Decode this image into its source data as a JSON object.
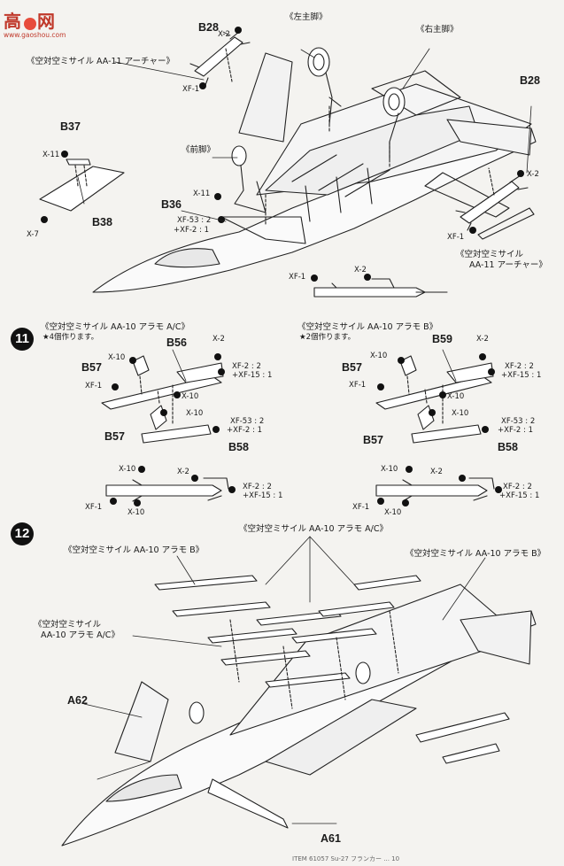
{
  "watermark": {
    "brand": "高",
    "brand2": "网",
    "url": "www.gaoshou.com"
  },
  "top": {
    "b28_left": "B28",
    "x2_left": "X-2",
    "xf1_left": "XF-1",
    "missile_aa11_left": "《空対空ミサイル AA-11 アーチャー》",
    "left_gear": "《左主脚》",
    "right_gear": "《右主脚》",
    "b28_right": "B28",
    "x2_right": "X-2",
    "xf1_right": "XF-1",
    "missile_aa11_right_1": "《空対空ミサイル",
    "missile_aa11_right_2": "AA-11 アーチャー》",
    "nose_gear": "《前脚》",
    "b37": "B37",
    "x11_b37": "X-11",
    "b38": "B38",
    "x7": "X-7",
    "x11_b36": "X-11",
    "b36": "B36",
    "xf53_top": "XF-53 : 2",
    "xf2_top": "+XF-2 : 1",
    "xf1_mid": "XF-1",
    "x2_mid": "X-2"
  },
  "step11": {
    "number": "11",
    "left_title": "《空対空ミサイル AA-10 アラモ A/C》",
    "left_sub": "★4個作ります。",
    "right_title": "《空対空ミサイル AA-10 アラモ B》",
    "right_sub": "★2個作ります。",
    "b56": "B56",
    "b59": "B59",
    "b57_l1": "B57",
    "b57_l2": "B57",
    "b58_l": "B58",
    "b57_r1": "B57",
    "b57_r2": "B57",
    "b58_r": "B58",
    "x10": "X-10",
    "x2": "X-2",
    "xf1": "XF-1",
    "xf2_2": "XF-2 : 2",
    "xf15_1": "+XF-15 : 1",
    "xf53_2": "XF-53 : 2",
    "xf2_1": "+XF-2 : 1"
  },
  "step12": {
    "number": "12",
    "title_ac_top": "《空対空ミサイル AA-10 アラモ A/C》",
    "title_b_left": "《空対空ミサイル AA-10 アラモ B》",
    "title_b_right": "《空対空ミサイル AA-10 アラモ B》",
    "title_ac_left_1": "《空対空ミサイル",
    "title_ac_left_2": "AA-10 アラモ A/C》",
    "a62": "A62",
    "a61": "A61"
  },
  "footer": "ITEM 61057 Su-27 フランカー ... 10"
}
